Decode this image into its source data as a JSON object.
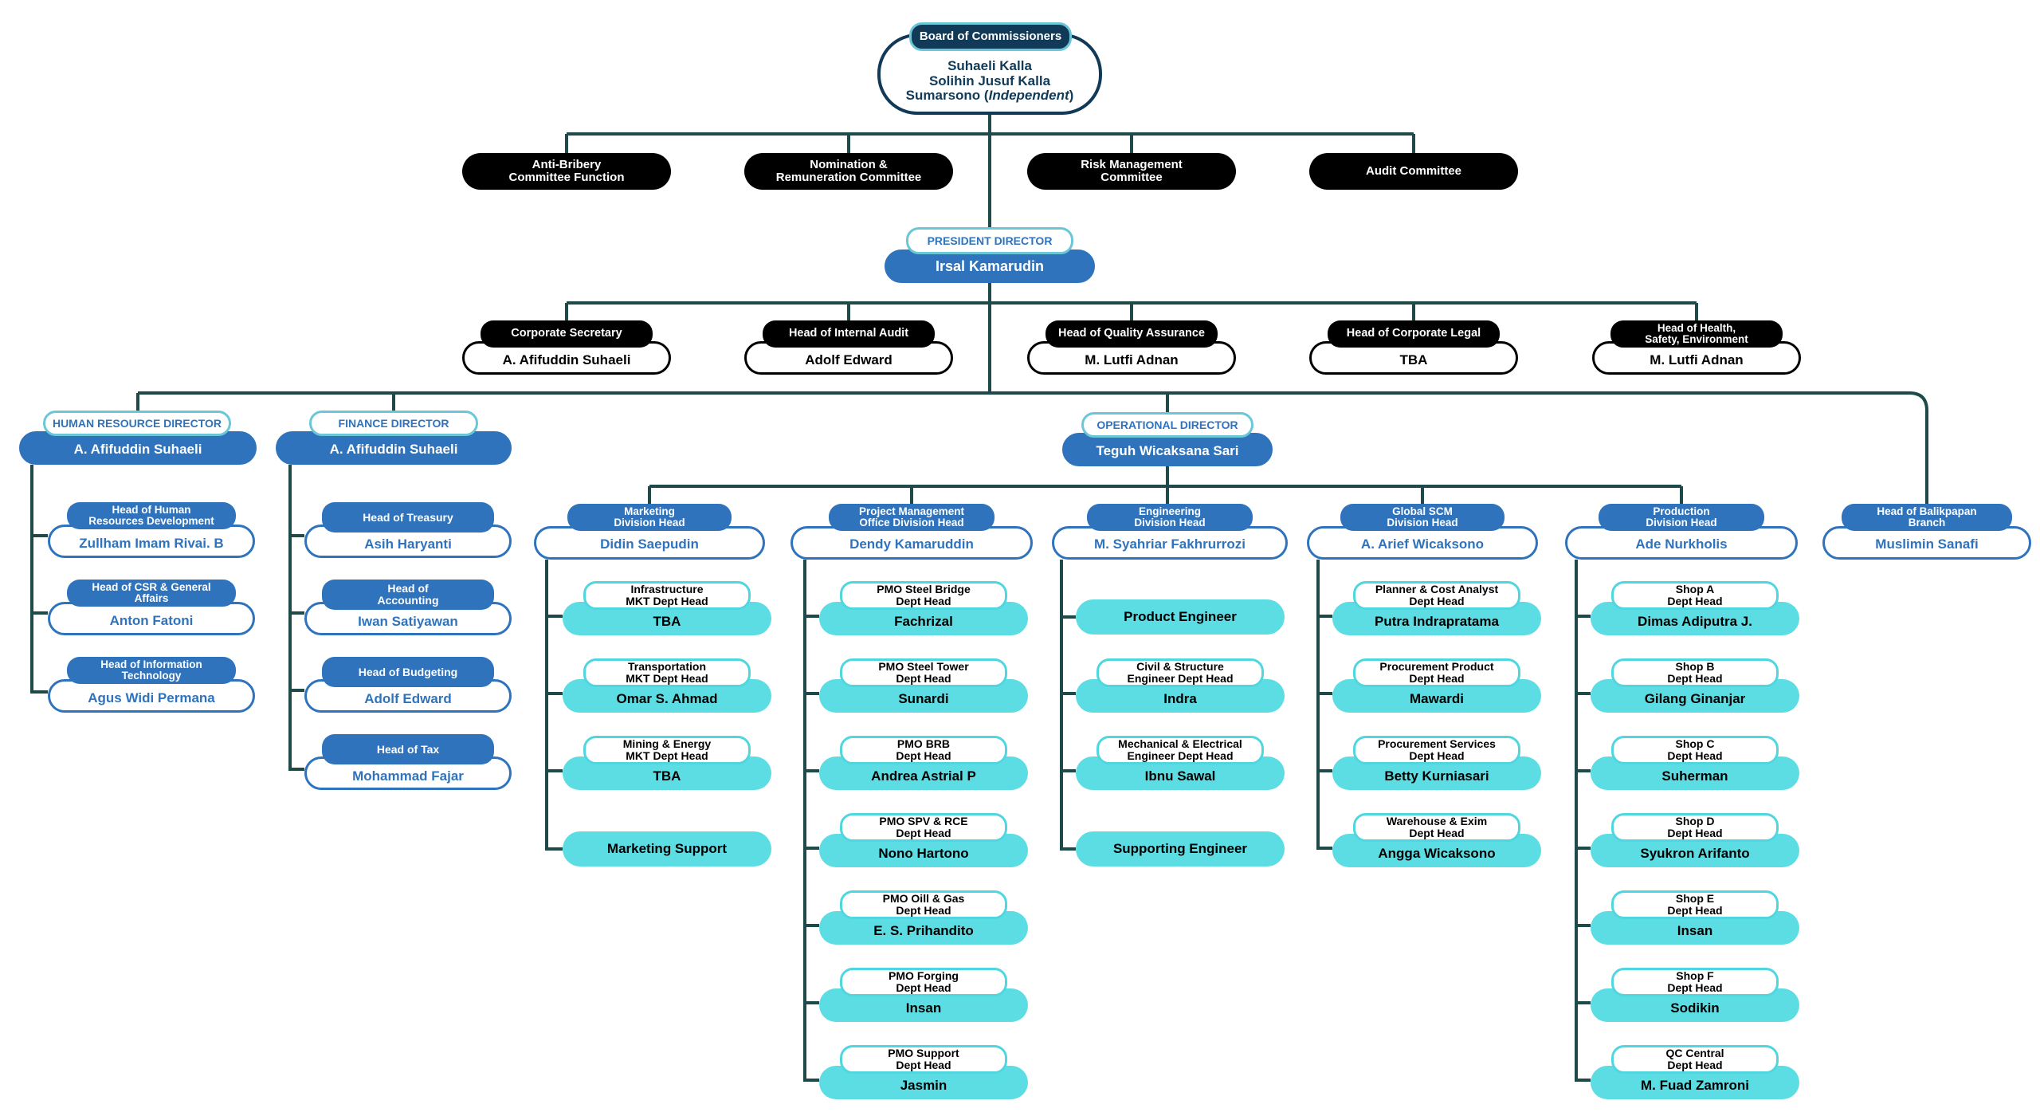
{
  "board": {
    "title": "Board of Commissioners",
    "members": [
      "Suhaeli Kalla",
      "Solihin Jusuf Kalla",
      "Sumarsono"
    ],
    "independent_note": "Independent"
  },
  "committees": [
    "Anti-Bribery\nCommittee Function",
    "Nomination &\nRemuneration Committee",
    "Risk Management\nCommittee",
    "Audit Committee"
  ],
  "president": {
    "title": "PRESIDENT DIRECTOR",
    "name": "Irsal Kamarudin"
  },
  "staff": [
    {
      "title": "Corporate Secretary",
      "name": "A. Afifuddin Suhaeli"
    },
    {
      "title": "Head of Internal Audit",
      "name": "Adolf Edward"
    },
    {
      "title": "Head of Quality Assurance",
      "name": "M. Lutfi Adnan"
    },
    {
      "title": "Head of Corporate Legal",
      "name": "TBA"
    },
    {
      "title": "Head of Health,\nSafety, Environment",
      "name": "M. Lutfi Adnan"
    }
  ],
  "hr": {
    "title": "HUMAN RESOURCE DIRECTOR",
    "name": "A. Afifuddin Suhaeli",
    "units": [
      {
        "title": "Head of Human\nResources Development",
        "name": "Zullham Imam Rivai. B"
      },
      {
        "title": "Head of CSR & General\nAffairs",
        "name": "Anton Fatoni"
      },
      {
        "title": "Head of Information\nTechnology",
        "name": "Agus Widi Permana"
      }
    ]
  },
  "finance": {
    "title": "FINANCE DIRECTOR",
    "name": "A. Afifuddin Suhaeli",
    "units": [
      {
        "title": "Head of Treasury",
        "name": "Asih Haryanti"
      },
      {
        "title": "Head of\nAccounting",
        "name": "Iwan Satiyawan"
      },
      {
        "title": "Head of Budgeting",
        "name": "Adolf Edward"
      },
      {
        "title": "Head of Tax",
        "name": "Mohammad Fajar"
      }
    ]
  },
  "operational": {
    "title": "OPERATIONAL DIRECTOR",
    "name": "Teguh Wicaksana Sari",
    "divisions": [
      {
        "title": "Marketing\nDivision Head",
        "name": "Didin Saepudin",
        "units": [
          {
            "title": "Infrastructure\nMKT Dept Head",
            "name": "TBA"
          },
          {
            "title": "Transportation\nMKT Dept Head",
            "name": "Omar S. Ahmad"
          },
          {
            "title": "Mining & Energy\nMKT Dept Head",
            "name": "TBA"
          },
          {
            "name": "Marketing Support"
          }
        ]
      },
      {
        "title": "Project Management\nOffice Division Head",
        "name": "Dendy Kamaruddin",
        "units": [
          {
            "title": "PMO Steel Bridge\nDept Head",
            "name": "Fachrizal"
          },
          {
            "title": "PMO Steel Tower\nDept Head",
            "name": "Sunardi"
          },
          {
            "title": "PMO BRB\nDept Head",
            "name": "Andrea Astrial P"
          },
          {
            "title": "PMO SPV & RCE\nDept Head",
            "name": "Nono Hartono"
          },
          {
            "title": "PMO Oill & Gas\nDept Head",
            "name": "E. S. Prihandito"
          },
          {
            "title": "PMO Forging\nDept Head",
            "name": "Insan"
          },
          {
            "title": "PMO Support\nDept Head",
            "name": "Jasmin"
          }
        ]
      },
      {
        "title": "Engineering\nDivision Head",
        "name": "M. Syahriar Fakhrurrozi",
        "units": [
          {
            "name": "Product Engineer"
          },
          {
            "title": "Civil & Structure\nEngineer Dept Head",
            "name": "Indra"
          },
          {
            "title": "Mechanical & Electrical\nEngineer Dept Head",
            "name": "Ibnu Sawal"
          },
          {
            "name": "Supporting Engineer"
          }
        ]
      },
      {
        "title": "Global SCM\nDivision Head",
        "name": "A. Arief Wicaksono",
        "units": [
          {
            "title": "Planner & Cost Analyst\nDept Head",
            "name": "Putra Indrapratama"
          },
          {
            "title": "Procurement Product\nDept Head",
            "name": "Mawardi"
          },
          {
            "title": "Procurement Services\nDept Head",
            "name": "Betty Kurniasari"
          },
          {
            "title": "Warehouse & Exim\nDept Head",
            "name": "Angga Wicaksono"
          }
        ]
      },
      {
        "title": "Production\nDivision Head",
        "name": "Ade Nurkholis",
        "units": [
          {
            "title": "Shop A\nDept Head",
            "name": "Dimas Adiputra J."
          },
          {
            "title": "Shop B\nDept Head",
            "name": "Gilang Ginanjar"
          },
          {
            "title": "Shop C\nDept Head",
            "name": "Suherman"
          },
          {
            "title": "Shop D\nDept Head",
            "name": "Syukron Arifanto"
          },
          {
            "title": "Shop E\nDept Head",
            "name": "Insan"
          },
          {
            "title": "Shop F\nDept Head",
            "name": "Sodikin"
          },
          {
            "title": "QC Central\nDept Head",
            "name": "M. Fuad Zamroni"
          }
        ]
      }
    ]
  },
  "branch": {
    "title": "Head of Balikpapan\nBranch",
    "name": "Muslimin Sanafi"
  },
  "colors": {
    "navy": "#103a57",
    "blue": "#2f73bd",
    "cyan": "#5cdde3",
    "line": "#1f4a4a"
  }
}
